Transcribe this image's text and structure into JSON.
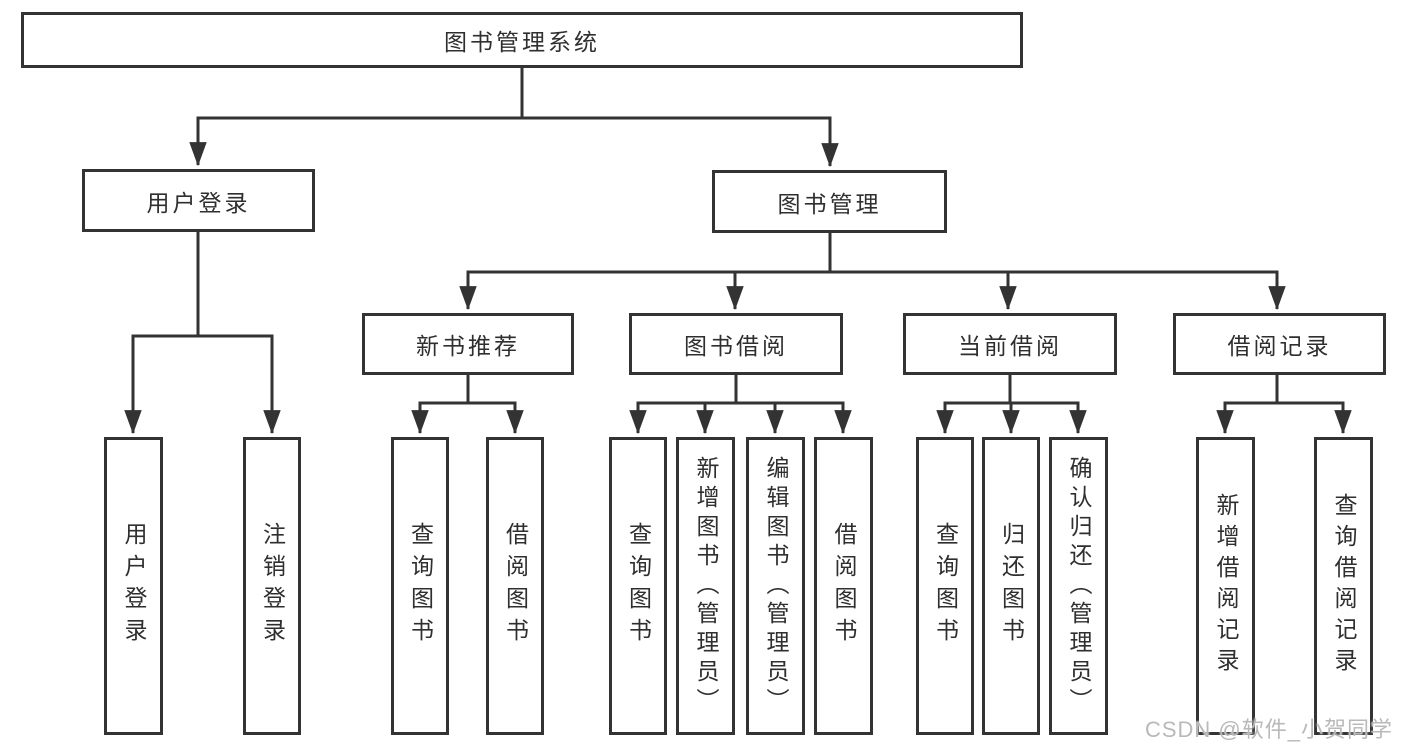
{
  "diagram_type": "hierarchy-tree",
  "colors": {
    "line": "#333333",
    "text": "#2f2f2f",
    "background": "#ffffff",
    "watermark": "#b9b9b9"
  },
  "watermark": {
    "text": "CSDN @软件_小贺同学"
  },
  "tree": {
    "label": "图书管理系统",
    "children": [
      {
        "label": "用户登录",
        "children": [
          {
            "label": "用户登录"
          },
          {
            "label": "注销登录"
          }
        ]
      },
      {
        "label": "图书管理",
        "children": [
          {
            "label": "新书推荐",
            "children": [
              {
                "label": "查询图书"
              },
              {
                "label": "借阅图书"
              }
            ]
          },
          {
            "label": "图书借阅",
            "children": [
              {
                "label": "查询图书"
              },
              {
                "label": "新增图书（管理员）"
              },
              {
                "label": "编辑图书（管理员）"
              },
              {
                "label": "借阅图书"
              }
            ]
          },
          {
            "label": "当前借阅",
            "children": [
              {
                "label": "查询图书"
              },
              {
                "label": "归还图书"
              },
              {
                "label": "确认归还（管理员）"
              }
            ]
          },
          {
            "label": "借阅记录",
            "children": [
              {
                "label": "新增借阅记录"
              },
              {
                "label": "查询借阅记录"
              }
            ]
          }
        ]
      }
    ]
  }
}
